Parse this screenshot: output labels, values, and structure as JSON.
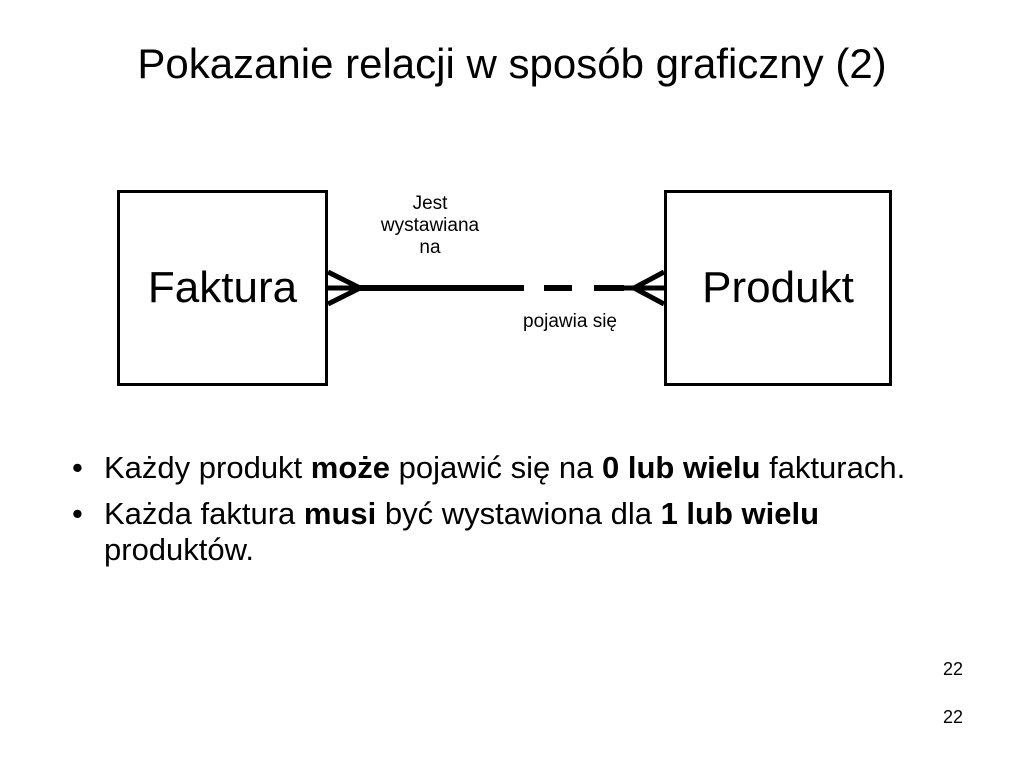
{
  "title": "Pokazanie relacji w sposób graficzny (2)",
  "diagram": {
    "entity_left": "Faktura",
    "entity_right": "Produkt",
    "relation_top_label": [
      "Jest",
      "wystawiana",
      "na"
    ],
    "relation_bottom_label": "pojawia się"
  },
  "bullets": [
    {
      "segments": [
        {
          "text": "Każdy produkt ",
          "bold": false
        },
        {
          "text": "może",
          "bold": true
        },
        {
          "text": " pojawić się na ",
          "bold": false
        },
        {
          "text": "0 lub wielu",
          "bold": true
        },
        {
          "text": " fakturach.",
          "bold": false
        }
      ]
    },
    {
      "segments": [
        {
          "text": "Każda faktura ",
          "bold": false
        },
        {
          "text": "musi",
          "bold": true
        },
        {
          "text": " być wystawiona dla ",
          "bold": false
        },
        {
          "text": "1 lub wielu",
          "bold": true
        },
        {
          "text": " produktów.",
          "bold": false
        }
      ]
    }
  ],
  "bullet_symbol": "•",
  "page_numbers": [
    "22",
    "22"
  ]
}
